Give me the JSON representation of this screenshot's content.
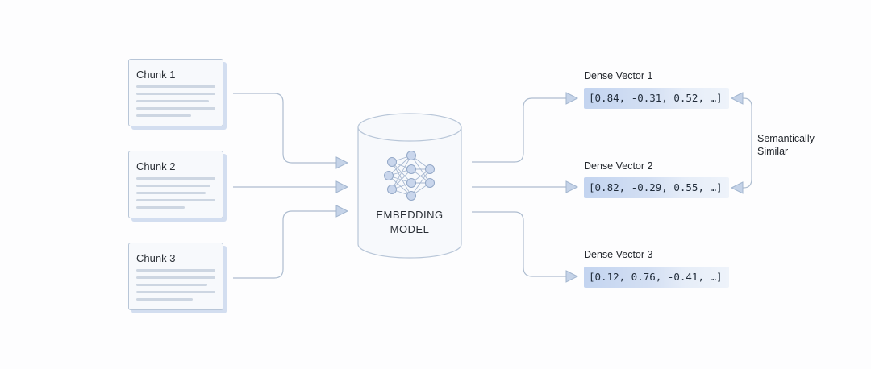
{
  "chunks": [
    {
      "title": "Chunk 1"
    },
    {
      "title": "Chunk 2"
    },
    {
      "title": "Chunk 3"
    }
  ],
  "model": {
    "line1": "EMBEDDING",
    "line2": "MODEL"
  },
  "vectors": [
    {
      "label": "Dense Vector 1",
      "value": "[0.84, -0.31, 0.52, …]"
    },
    {
      "label": "Dense Vector 2",
      "value": "[0.82, -0.29, 0.55, …]"
    },
    {
      "label": "Dense Vector 3",
      "value": "[0.12, 0.76, -0.41, …]"
    }
  ],
  "similarity": {
    "line1": "Semantically",
    "line2": "Similar"
  },
  "colors": {
    "connector": "#aebdd0",
    "arrowhead": "#c5d3e8",
    "node": "#c9d6ec",
    "box_border": "#b8c6d8"
  }
}
